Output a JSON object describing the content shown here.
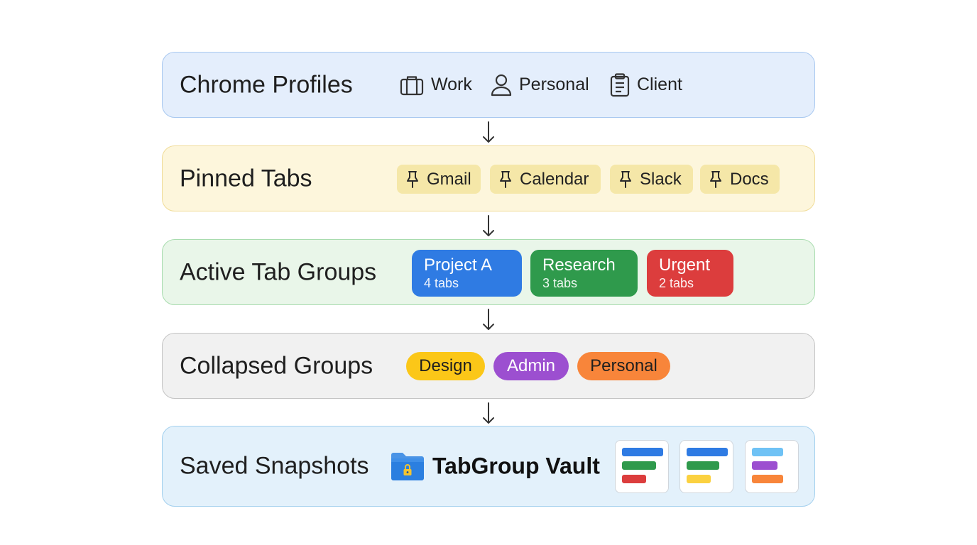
{
  "layers": {
    "profiles": {
      "title": "Chrome Profiles",
      "items": [
        {
          "label": "Work",
          "icon": "briefcase-icon"
        },
        {
          "label": "Personal",
          "icon": "person-icon"
        },
        {
          "label": "Client",
          "icon": "clipboard-icon"
        }
      ]
    },
    "pinned": {
      "title": "Pinned Tabs",
      "items": [
        {
          "label": "Gmail",
          "icon": "pin-icon"
        },
        {
          "label": "Calendar",
          "icon": "pin-icon"
        },
        {
          "label": "Slack",
          "icon": "pin-icon"
        },
        {
          "label": "Docs",
          "icon": "pin-icon"
        }
      ]
    },
    "active": {
      "title": "Active Tab Groups",
      "groups": [
        {
          "name": "Project A",
          "count": "4 tabs",
          "color": "#2f7be3"
        },
        {
          "name": "Research",
          "count": "3 tabs",
          "color": "#2f9a4c"
        },
        {
          "name": "Urgent",
          "count": "2 tabs",
          "color": "#dc3d3d"
        }
      ]
    },
    "collapsed": {
      "title": "Collapsed Groups",
      "pills": [
        {
          "label": "Design",
          "color": "#fbc718",
          "text_color": "#1f1f1f"
        },
        {
          "label": "Admin",
          "color": "#9c4fd0",
          "text_color": "#ffffff"
        },
        {
          "label": "Personal",
          "color": "#f8853a",
          "text_color": "#1f1f1f"
        }
      ]
    },
    "saved": {
      "title": "Saved Snapshots",
      "vault_icon": "locked-folder-icon",
      "vault_name": "TabGroup Vault",
      "snapshots": [
        {
          "bars": [
            "#2f7be3",
            "#2f9a4c",
            "#dc3d3d"
          ]
        },
        {
          "bars": [
            "#2f7be3",
            "#2f9a4c",
            "#fbd140"
          ]
        },
        {
          "bars": [
            "#6fc2f5",
            "#9c4fd0",
            "#f8853a"
          ]
        }
      ]
    }
  },
  "connector_icon": "down-arrow-icon"
}
